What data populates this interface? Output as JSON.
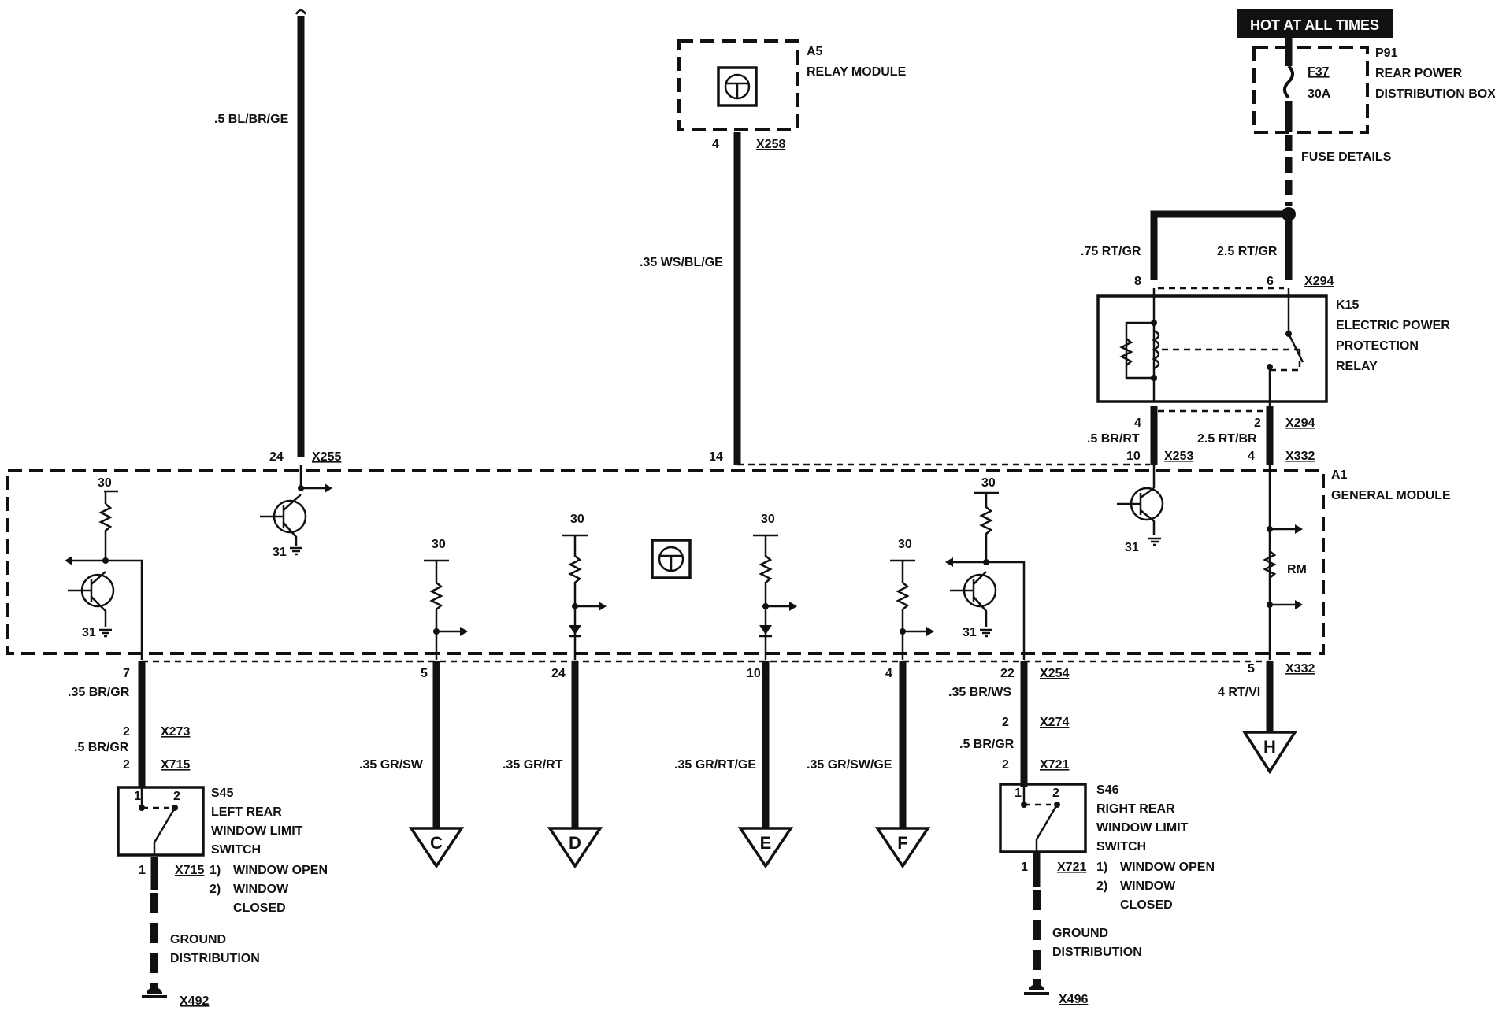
{
  "hot_banner": "HOT AT ALL TIMES",
  "fuse": {
    "id": "P91",
    "name1": "REAR POWER",
    "name2": "DISTRIBUTION BOX",
    "fuse_label": "F37",
    "rating": "30A",
    "details": "FUSE DETAILS"
  },
  "relay_module": {
    "id": "A5",
    "name": "RELAY MODULE",
    "pin": "4",
    "connector": "X258"
  },
  "k15": {
    "id": "K15",
    "l1": "ELECTRIC POWER",
    "l2": "PROTECTION",
    "l3": "RELAY",
    "pin_top_left": "8",
    "pin_top_right": "6",
    "conn_top": "X294",
    "pin_bot_left": "4",
    "pin_bot_right": "2",
    "conn_bot": "X294"
  },
  "general_module": {
    "id": "A1",
    "name": "GENERAL MODULE",
    "rm": "RM"
  },
  "wires": {
    "w1": ".5 BL/BR/GE",
    "w2": ".35 WS/BL/GE",
    "w3": ".75 RT/GR",
    "w4": "2.5 RT/GR",
    "w5": ".5 BR/RT",
    "w6": "2.5 RT/BR",
    "w7": ".35 BR/GR",
    "w8": ".5 BR/GR",
    "w9": ".35 GR/SW",
    "w10": ".35 GR/RT",
    "w11": ".35 GR/RT/GE",
    "w12": ".35 GR/SW/GE",
    "w13": ".35 BR/WS",
    "w14": ".5 BR/GR",
    "w15": "4 RT/VI"
  },
  "pins": {
    "p24a": "24",
    "x255": "X255",
    "p14": "14",
    "p10": "10",
    "x253": "X253",
    "p4": "4",
    "x332a": "X332",
    "p7": "7",
    "p2a": "2",
    "x273": "X273",
    "p2b": "2",
    "x715a": "X715",
    "p5": "5",
    "p24b": "24",
    "p10b": "10",
    "p4b": "4",
    "p22": "22",
    "x254": "X254",
    "p2c": "2",
    "x274": "X274",
    "p2d": "2",
    "x721a": "X721",
    "p5b": "5",
    "x332b": "X332",
    "p1a": "1",
    "x715b": "X715",
    "p1b": "1",
    "x721b": "X721",
    "x492": "X492",
    "x496": "X496"
  },
  "supply": {
    "v30": "30",
    "g31": "31"
  },
  "s45": {
    "id": "S45",
    "l1": "LEFT REAR",
    "l2": "WINDOW LIMIT",
    "l3": "SWITCH",
    "n1": "1",
    "n2": "2",
    "o1n": "1)",
    "o1": "WINDOW OPEN",
    "o2n": "2)",
    "o2a": "WINDOW",
    "o2b": "CLOSED"
  },
  "s46": {
    "id": "S46",
    "l1": "RIGHT REAR",
    "l2": "WINDOW LIMIT",
    "l3": "SWITCH",
    "n1": "1",
    "n2": "2",
    "o1n": "1)",
    "o1": "WINDOW OPEN",
    "o2n": "2)",
    "o2a": "WINDOW",
    "o2b": "CLOSED"
  },
  "ground": {
    "l1": "GROUND",
    "l2": "DISTRIBUTION"
  },
  "offpage": {
    "c": "C",
    "d": "D",
    "e": "E",
    "f": "F",
    "h": "H"
  }
}
